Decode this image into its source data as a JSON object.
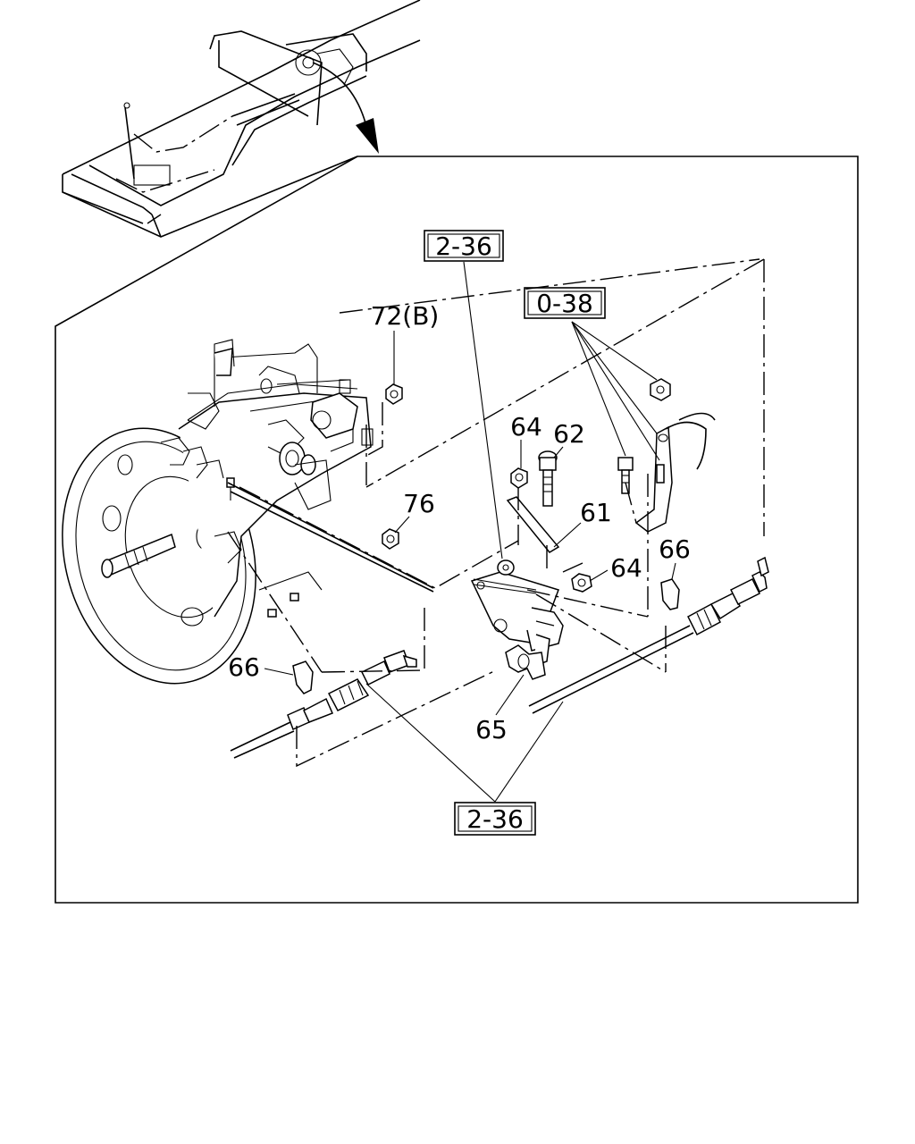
{
  "references": {
    "top_2_36": "2-36",
    "ref_0_38": "0-38",
    "bottom_2_36": "2-36"
  },
  "callouts": {
    "c72": "72(B)",
    "c76": "76",
    "c64a": "64",
    "c62": "62",
    "c61": "61",
    "c64b": "64",
    "c66a": "66",
    "c66b": "66",
    "c65": "65"
  }
}
